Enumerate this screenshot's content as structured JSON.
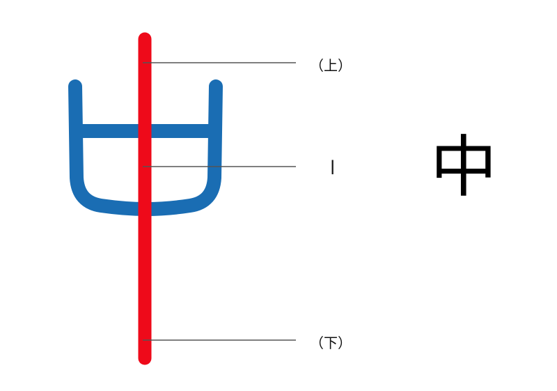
{
  "diagram": {
    "stroke_colors": {
      "frame": "#1a6db3",
      "center_stroke": "#ee0a1a",
      "leader_line": "#555555"
    },
    "labels": {
      "top": "（上）",
      "middle": "|",
      "bottom": "（下）"
    },
    "reference_character": "中"
  }
}
